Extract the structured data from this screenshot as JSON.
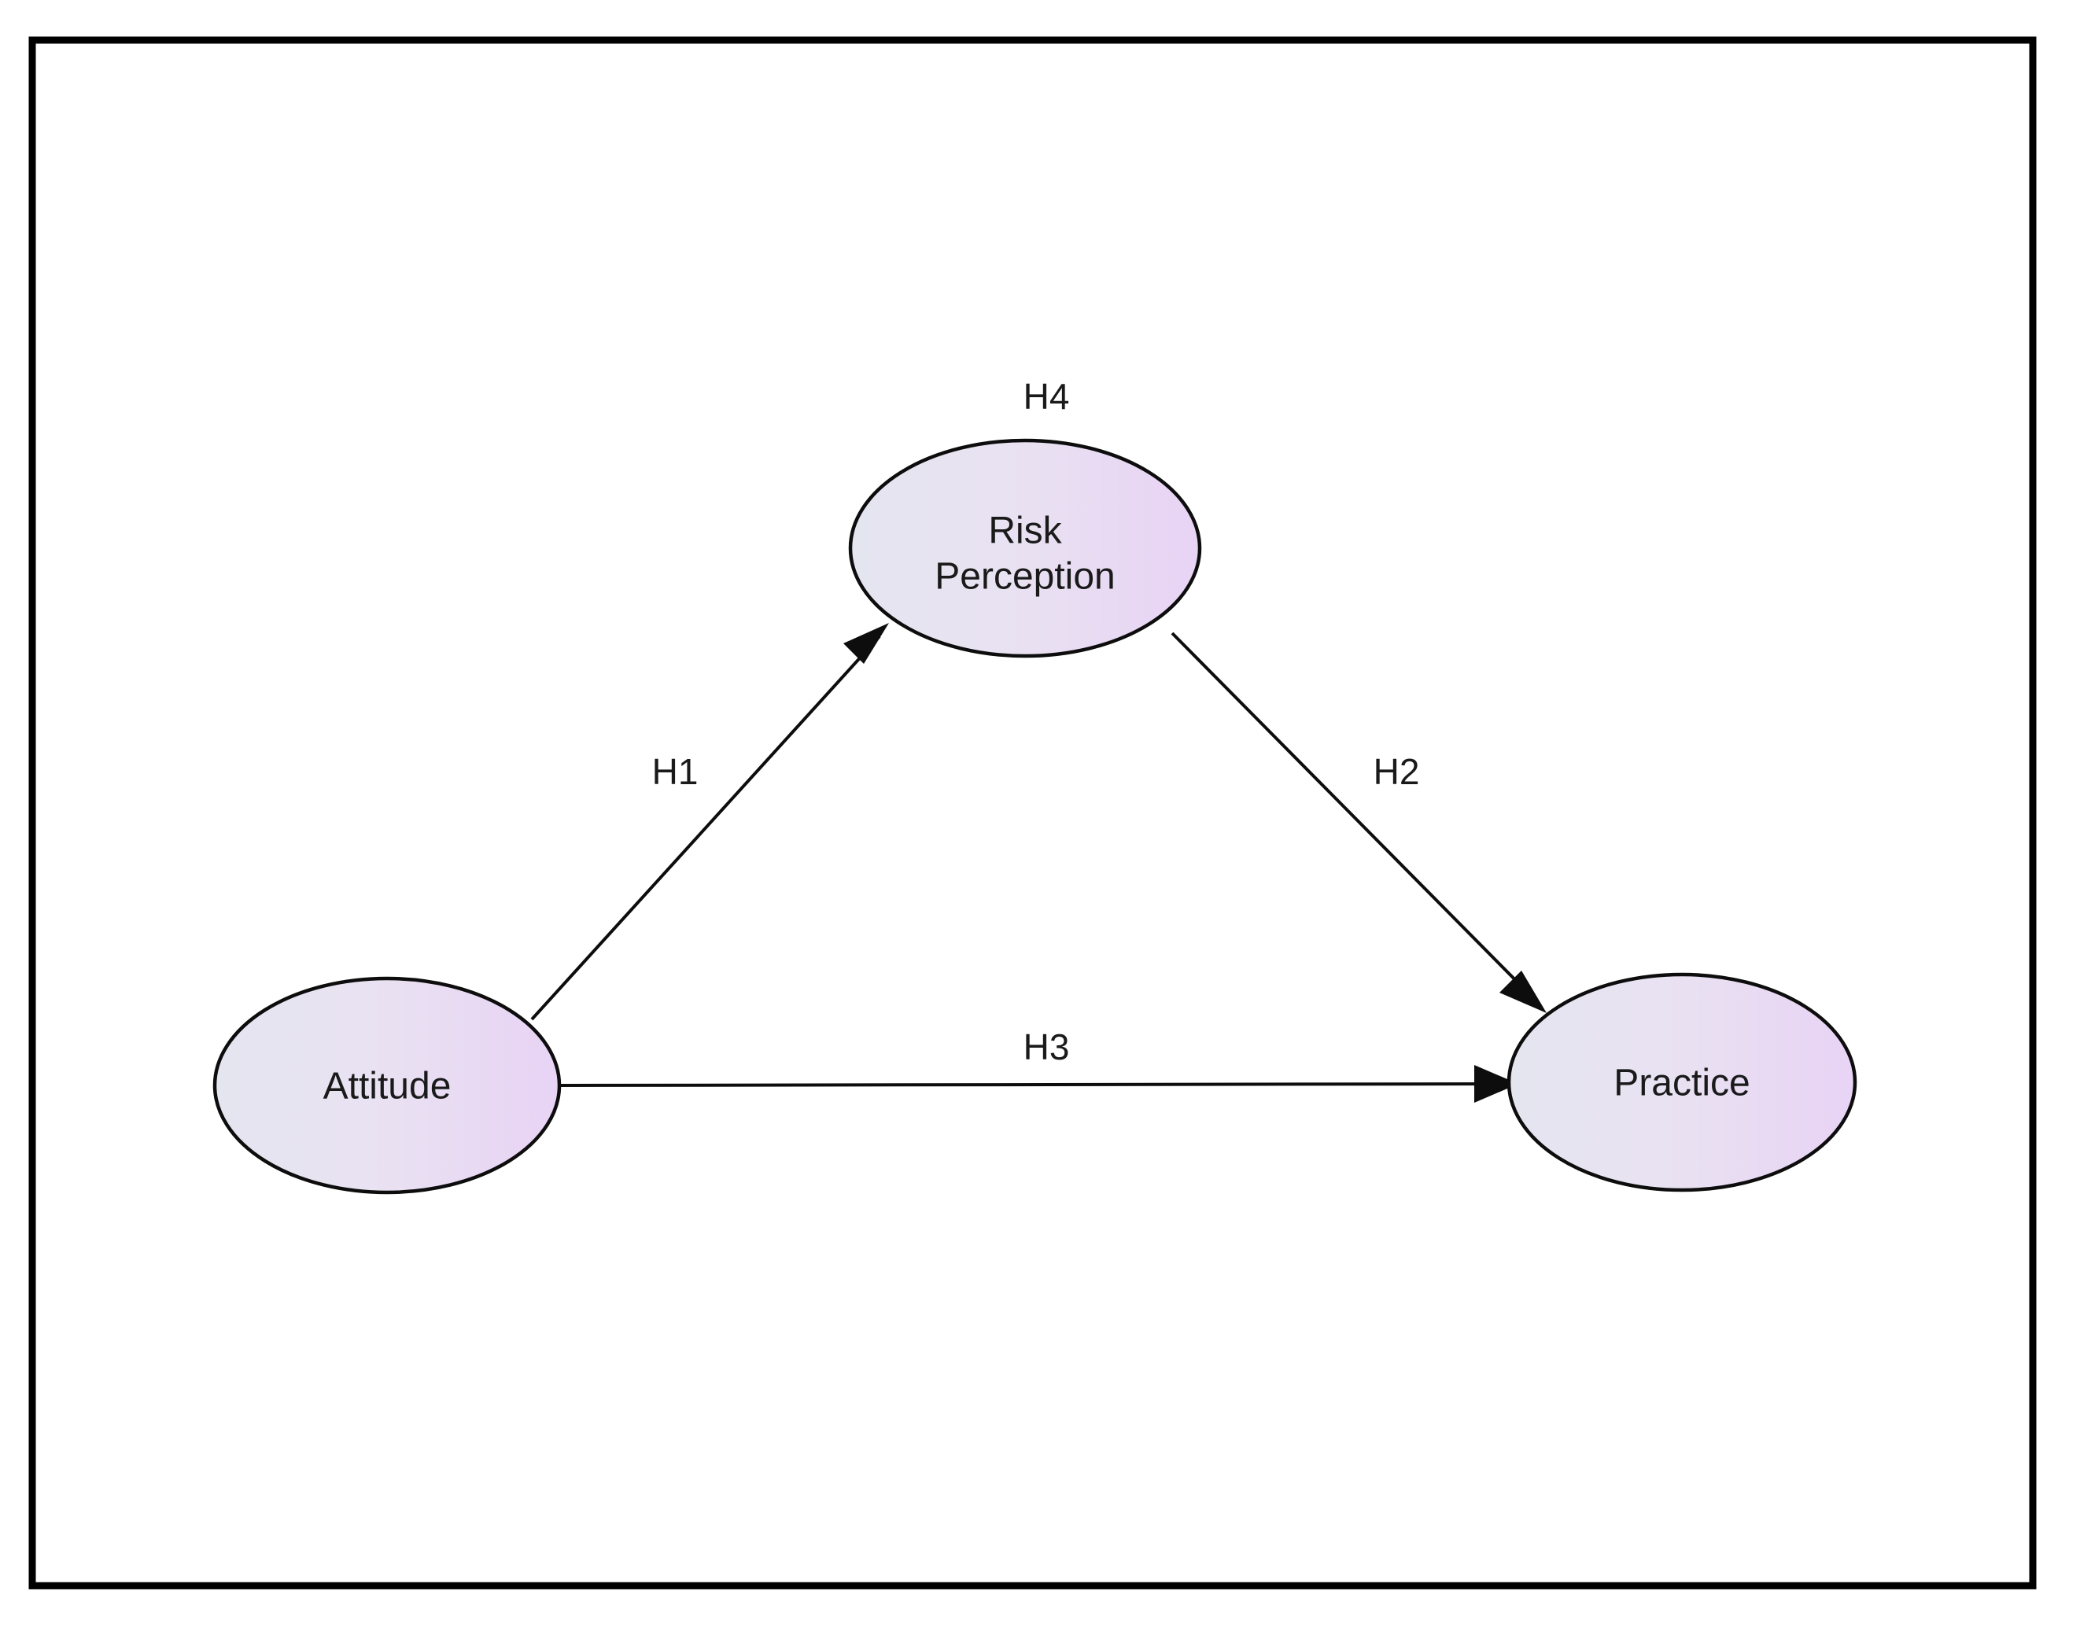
{
  "figure": {
    "type": "conceptual-model-diagram",
    "background_color": "#ffffff",
    "border_color": "#000000"
  },
  "nodes": [
    {
      "id": "risk-perception",
      "label_line1": "Risk",
      "label_line2": "Perception",
      "full_label": "Risk Perception",
      "fill_start": "#e4e5ef",
      "fill_end": "#e8d3f4",
      "stroke": "#0d0d0d"
    },
    {
      "id": "attitude",
      "label_line1": "Attitude",
      "label_line2": "",
      "full_label": "Attitude",
      "fill_start": "#e4e5ef",
      "fill_end": "#e8d3f4",
      "stroke": "#0d0d0d"
    },
    {
      "id": "practice",
      "label_line1": "Practice",
      "label_line2": "",
      "full_label": "Practice",
      "fill_start": "#e4e5ef",
      "fill_end": "#e8d3f4",
      "stroke": "#0d0d0d"
    }
  ],
  "edges": [
    {
      "id": "h1",
      "label": "H1",
      "from": "attitude",
      "to": "risk-perception",
      "arrow": true
    },
    {
      "id": "h2",
      "label": "H2",
      "from": "risk-perception",
      "to": "practice",
      "arrow": true
    },
    {
      "id": "h3",
      "label": "H3",
      "from": "attitude",
      "to": "practice",
      "arrow": true
    },
    {
      "id": "h4",
      "label": "H4",
      "from": "risk-perception",
      "to": "risk-perception",
      "arrow": false
    }
  ]
}
